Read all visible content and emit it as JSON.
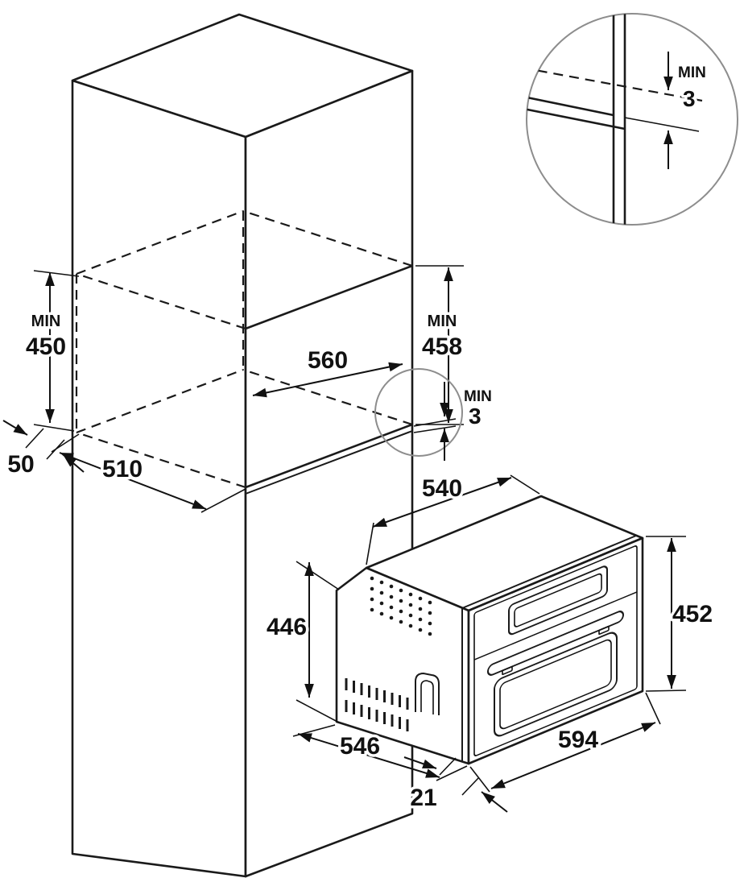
{
  "niche": {
    "height_rear": {
      "prefix": "MIN",
      "value": "450"
    },
    "height_front": {
      "prefix": "MIN",
      "value": "458"
    },
    "width": "560",
    "depth": "510",
    "rear_clearance": "50",
    "shelf_gap": {
      "prefix": "MIN",
      "value": "3"
    }
  },
  "detail_view": {
    "top_gap": {
      "prefix": "MIN",
      "value": "3"
    }
  },
  "appliance": {
    "body_width": "540",
    "body_height": "446",
    "body_depth": "546",
    "front_height": "452",
    "front_width": "594",
    "frame_overhang": "21"
  }
}
